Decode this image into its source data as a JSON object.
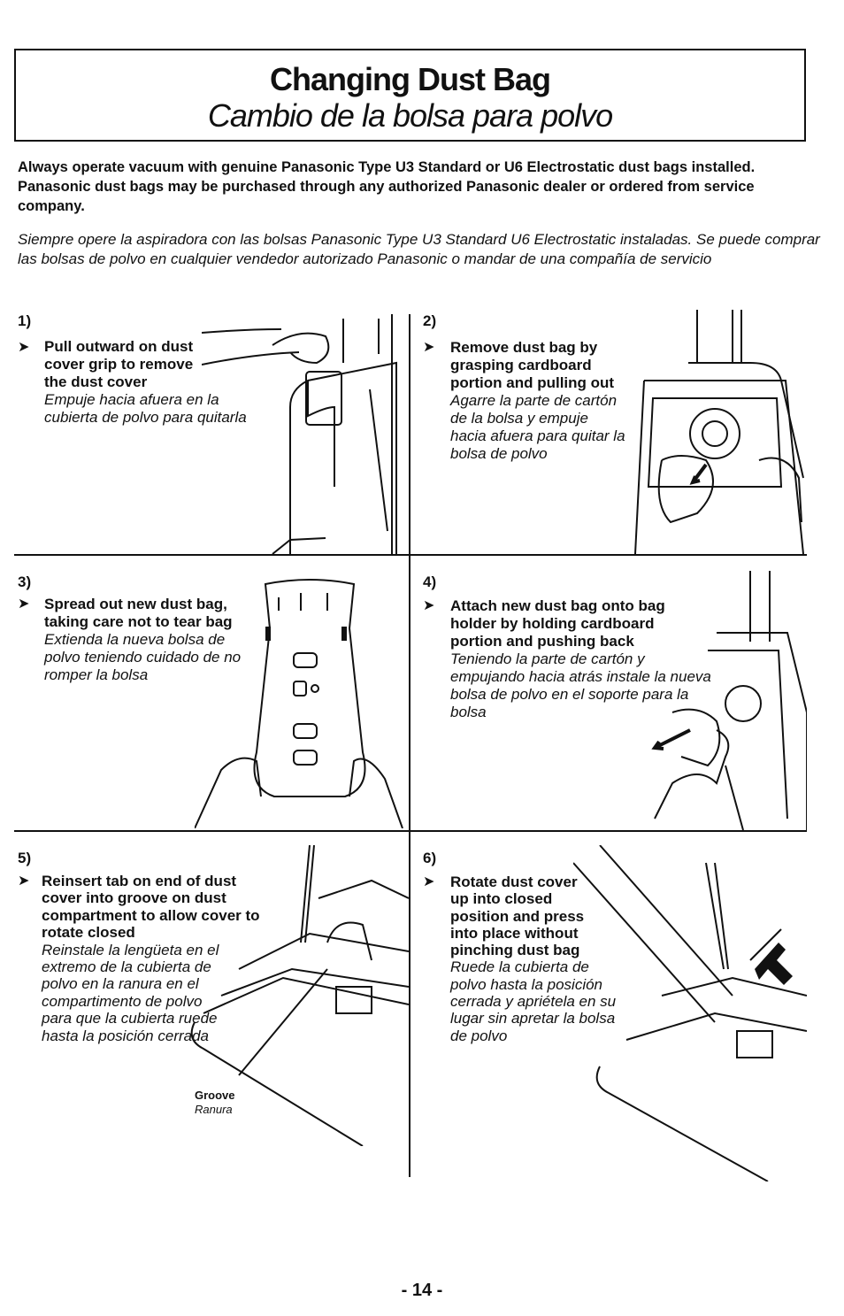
{
  "title": {
    "en": "Changing Dust Bag",
    "es": "Cambio de la bolsa para polvo"
  },
  "intro": {
    "en": "Always operate vacuum with genuine Panasonic Type U3 Standard or U6 Electrostatic dust bags installed. Panasonic dust bags may be purchased through any authorized Panasonic dealer or ordered from service company.",
    "es": "Siempre opere la aspiradora con las bolsas Panasonic Type U3 Standard U6 Electrostatic instaladas. Se puede comprar las bolsas de polvo en cualquier vendedor autorizado Panasonic o mandar de una compañía de servicio"
  },
  "steps": [
    {
      "number": "1)",
      "arrow": "➤",
      "en": "Pull outward on dust cover grip to remove the dust cover",
      "es": "Empuje hacia afuera en la cubierta de polvo para quitarla"
    },
    {
      "number": "2)",
      "arrow": "➤",
      "en": "Remove dust bag by grasping cardboard portion and pulling out",
      "es": "Agarre la parte de cartón de la bolsa y empuje hacia afuera para quitar la bolsa de polvo"
    },
    {
      "number": "3)",
      "arrow": "➤",
      "en": "Spread out new dust bag, taking care not to tear bag",
      "es": "Extienda la nueva bolsa de polvo teniendo cuidado de no romper la bolsa"
    },
    {
      "number": "4)",
      "arrow": "➤",
      "en": "Attach new dust bag onto bag holder by holding cardboard portion and pushing back",
      "es": "Teniendo la parte de cartón y empujando hacia atrás instale la nueva bolsa de polvo en el soporte para la bolsa"
    },
    {
      "number": "5)",
      "arrow": "➤",
      "en": "Reinsert tab on end of dust cover into groove on dust compartment to allow cover to rotate closed",
      "es": "Reinstale la lengüeta en el extremo de la cubierta de polvo en la ranura en el compartimento de polvo para que la cubierta ruede hasta la posición cerrada"
    },
    {
      "number": "6)",
      "arrow": "➤",
      "en": "Rotate dust cover up into closed position and press into place without pinching dust bag",
      "es": "Ruede la cubierta de polvo hasta la posición cerrada y apriétela en su lugar sin apretar la bolsa de polvo"
    }
  ],
  "groove_callout": {
    "en": "Groove",
    "es": "Ranura"
  },
  "illustrations": {
    "step1": "vacuum-dust-cover-removal-illustration",
    "step2": "dust-bag-removal-illustration",
    "step3": "new-dust-bag-spread-illustration",
    "step4": "attach-dust-bag-illustration",
    "step5": "reinsert-cover-tab-illustration",
    "step6": "rotate-cover-closed-illustration"
  },
  "page_number": "- 14 -"
}
